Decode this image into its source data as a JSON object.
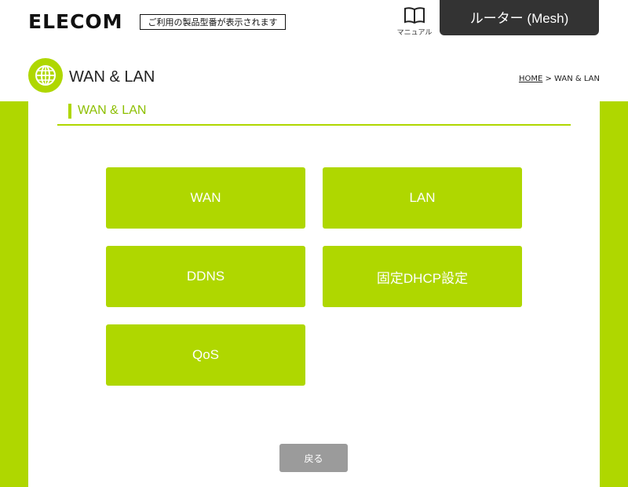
{
  "header": {
    "logo": "ELECOM",
    "model_notice": "ご利用の製品型番が表示されます",
    "manual_label": "マニュアル",
    "manual_icon": "book-icon",
    "device_tab": "ルーター (Mesh)"
  },
  "title_bar": {
    "icon": "globe-icon",
    "title": "WAN & LAN",
    "breadcrumb": {
      "home": "HOME",
      "separator": " > ",
      "current": "WAN & LAN"
    }
  },
  "section": {
    "title": "WAN & LAN"
  },
  "menu": {
    "items": [
      {
        "label": "WAN"
      },
      {
        "label": "LAN"
      },
      {
        "label": "DDNS"
      },
      {
        "label": "固定DHCP設定"
      },
      {
        "label": "QoS"
      }
    ]
  },
  "footer": {
    "back_label": "戻る"
  },
  "colors": {
    "accent": "#afd700",
    "dark": "#333333",
    "button_gray": "#9b9b9b"
  }
}
